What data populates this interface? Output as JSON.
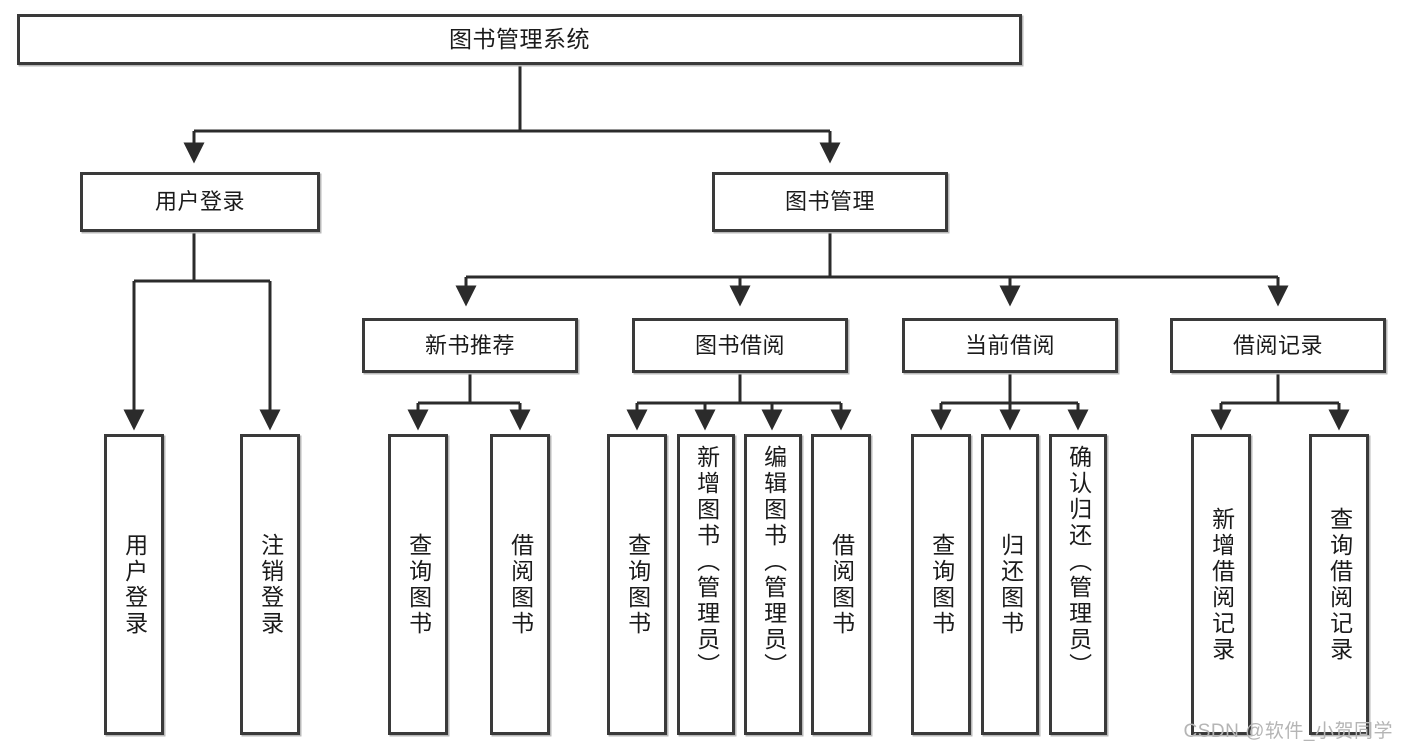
{
  "diagram": {
    "title": "图书管理系统",
    "type": "tree",
    "watermark": "CSDN @软件_小贺同学",
    "colors": {
      "border": "#3a3a3a",
      "line": "#2b2b2b",
      "background": "#ffffff",
      "text": "#1b1b1b",
      "watermark": "#b5b5b5"
    },
    "root": {
      "label": "图书管理系统"
    },
    "level1": [
      {
        "id": "user-login",
        "label": "用户登录"
      },
      {
        "id": "book-management",
        "label": "图书管理"
      }
    ],
    "level2": [
      {
        "id": "new-book-recommend",
        "label": "新书推荐",
        "parent": "book-management"
      },
      {
        "id": "book-borrow",
        "label": "图书借阅",
        "parent": "book-management"
      },
      {
        "id": "current-borrow",
        "label": "当前借阅",
        "parent": "book-management"
      },
      {
        "id": "borrow-record",
        "label": "借阅记录",
        "parent": "book-management"
      }
    ],
    "leaves": {
      "user-login": [
        {
          "id": "leaf-user-login",
          "label": "用户登录"
        },
        {
          "id": "leaf-logout",
          "label": "注销登录"
        }
      ],
      "new-book-recommend": [
        {
          "id": "leaf-query-book-1",
          "label": "查询图书"
        },
        {
          "id": "leaf-borrow-book-1",
          "label": "借阅图书"
        }
      ],
      "book-borrow": [
        {
          "id": "leaf-query-book-2",
          "label": "查询图书"
        },
        {
          "id": "leaf-add-book",
          "label": "新增图书（管理员）"
        },
        {
          "id": "leaf-edit-book",
          "label": "编辑图书（管理员）"
        },
        {
          "id": "leaf-borrow-book-2",
          "label": "借阅图书"
        }
      ],
      "current-borrow": [
        {
          "id": "leaf-query-book-3",
          "label": "查询图书"
        },
        {
          "id": "leaf-return-book",
          "label": "归还图书"
        },
        {
          "id": "leaf-confirm-return",
          "label": "确认归还（管理员）"
        }
      ],
      "borrow-record": [
        {
          "id": "leaf-add-record",
          "label": "新增借阅记录"
        },
        {
          "id": "leaf-query-record",
          "label": "查询借阅记录"
        }
      ]
    }
  }
}
